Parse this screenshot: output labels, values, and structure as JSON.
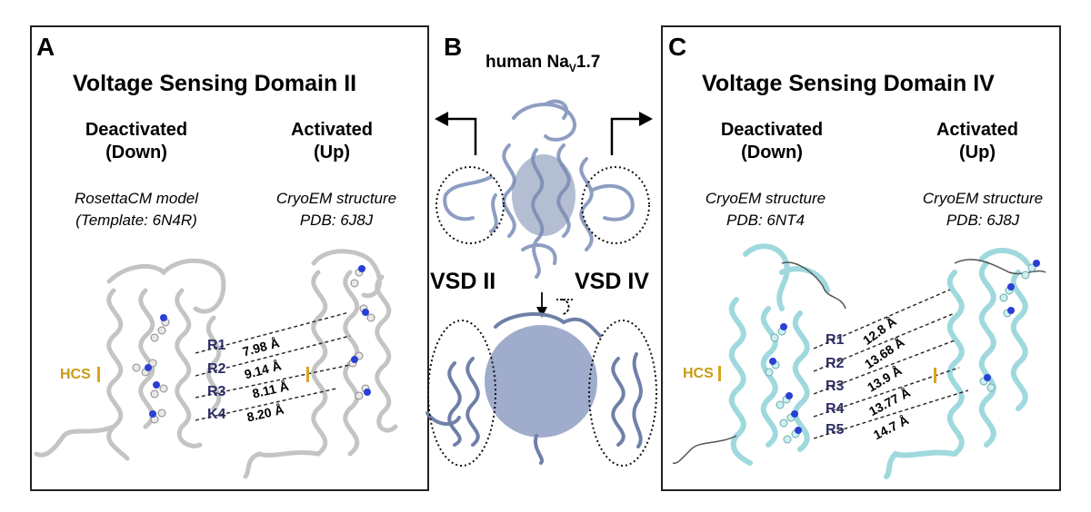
{
  "panels": {
    "A": {
      "letter": "A",
      "title": "Voltage Sensing Domain II",
      "left_state": [
        "Deactivated",
        "(Down)"
      ],
      "right_state": [
        "Activated",
        "(Up)"
      ],
      "left_model": [
        "RosettaCM model",
        "(Template: 6N4R)"
      ],
      "right_model": [
        "CryoEM structure",
        "PDB: 6J8J"
      ],
      "hcs_label": "HCS",
      "residues": [
        "R1",
        "R2",
        "R3",
        "K4"
      ],
      "distances": [
        "7.98 Å",
        "9.14 Å",
        "8.11 Å",
        "8.20 Å"
      ]
    },
    "B": {
      "letter": "B",
      "title_main": "human Na",
      "title_sub": "V",
      "title_end": "1.7",
      "left_vsd": "VSD II",
      "right_vsd": "VSD IV"
    },
    "C": {
      "letter": "C",
      "title": "Voltage Sensing Domain IV",
      "left_state": [
        "Deactivated",
        "(Down)"
      ],
      "right_state": [
        "Activated",
        "(Up)"
      ],
      "left_model": [
        "CryoEM structure",
        "PDB: 6NT4"
      ],
      "right_model": [
        "CryoEM structure",
        "PDB: 6J8J"
      ],
      "hcs_label": "HCS",
      "residues": [
        "R1",
        "R2",
        "R3",
        "R4",
        "R5"
      ],
      "distances": [
        "12.8 Å",
        "13.68 Å",
        "13.9 Å",
        "13.77 Å",
        "14.7 Å"
      ]
    }
  },
  "colors": {
    "ribbon_A": "#d9d9d9",
    "ribbon_C": "#bfeef0",
    "ribbon_B": "#8e9ec2",
    "residue_label": "#2d2d66",
    "hcs": "#c99a14",
    "nitrogen": "#2b3fd6"
  }
}
